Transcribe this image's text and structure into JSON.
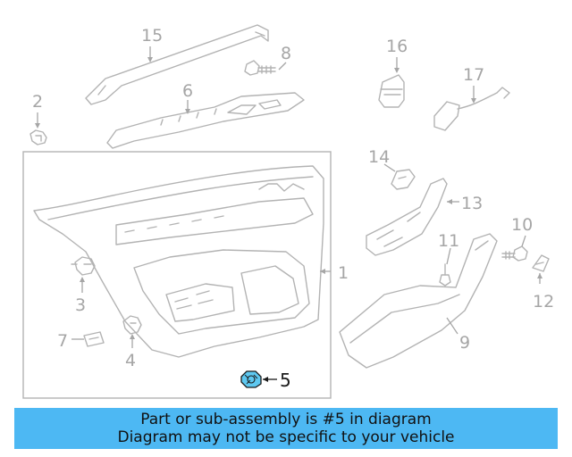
{
  "callouts": {
    "c1": "1",
    "c2": "2",
    "c3": "3",
    "c4": "4",
    "c5": "5",
    "c6": "6",
    "c7": "7",
    "c8": "8",
    "c9": "9",
    "c10": "10",
    "c11": "11",
    "c12": "12",
    "c13": "13",
    "c14": "14",
    "c15": "15",
    "c16": "16",
    "c17": "17"
  },
  "highlighted_part": "5",
  "colors": {
    "highlight": "#5ec8f0",
    "banner": "#4db8f3",
    "line": "#b3b3b3"
  },
  "banner": {
    "line1": "Part or sub-assembly is #5 in diagram",
    "line2": "Diagram may not be specific to your vehicle"
  }
}
